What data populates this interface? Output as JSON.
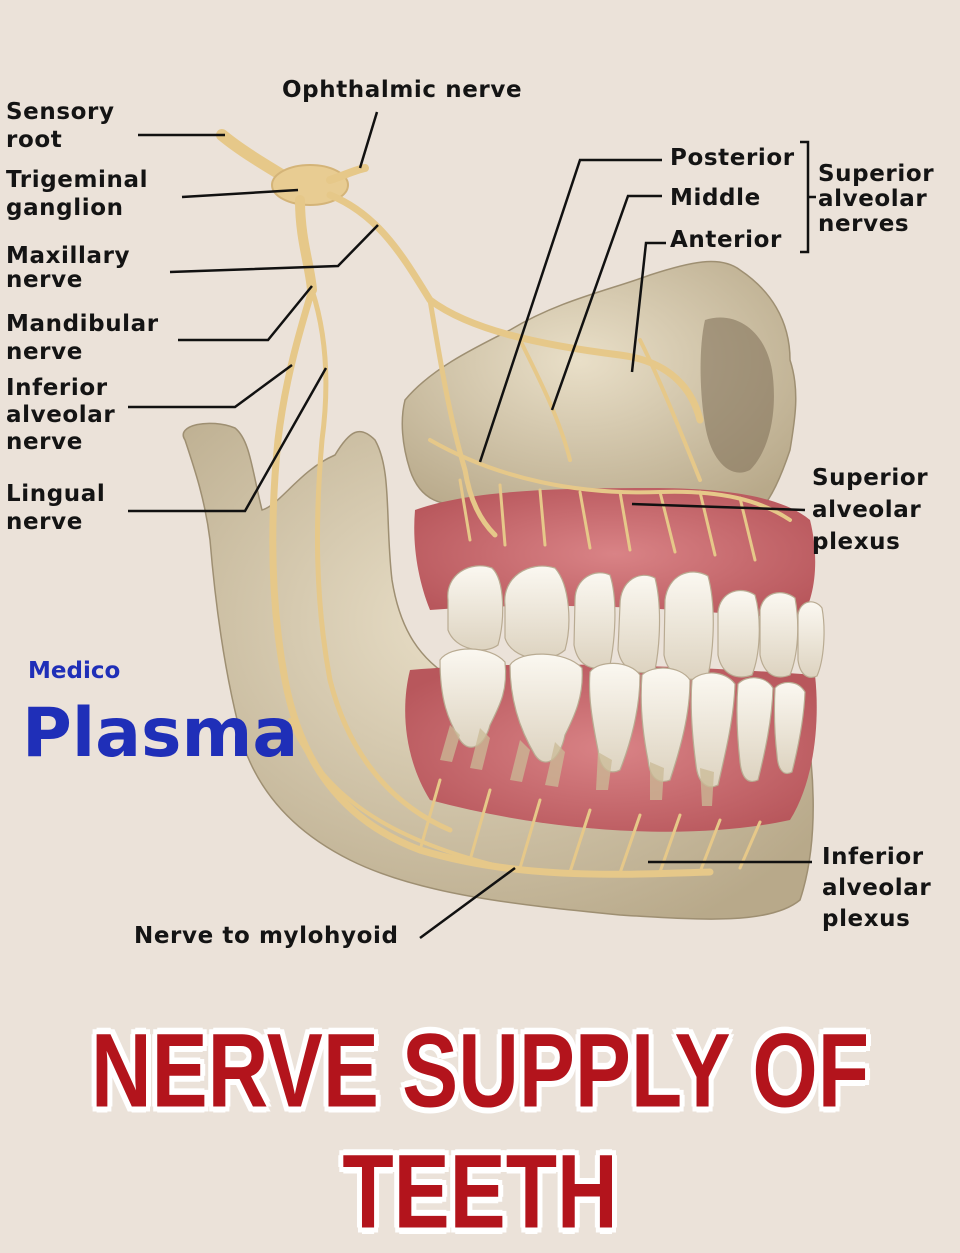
{
  "labels": {
    "sensory_root": "Sensory\nroot",
    "ophthalmic_nerve": "Ophthalmic nerve",
    "trigeminal_ganglion": "Trigeminal\nganglion",
    "maxillary_nerve": "Maxillary\nnerve",
    "mandibular_nerve": "Mandibular\nnerve",
    "inferior_alveolar_nerve": "Inferior\nalveolar\nnerve",
    "lingual_nerve": "Lingual\nnerve",
    "posterior": "Posterior",
    "middle": "Middle",
    "anterior": "Anterior",
    "superior_alveolar_nerves": "Superior\nalveolar\nnerves",
    "superior_alveolar_plexus": "Superior\nalveolar\nplexus",
    "inferior_alveolar_plexus": "Inferior\nalveolar\nplexus",
    "nerve_to_mylohyoid": "Nerve to mylohyoid"
  },
  "brand": {
    "line1": "Medico",
    "line2": "Plasma"
  },
  "title": "NERVE SUPPLY OF TEETH",
  "colors": {
    "background": "#ebe2d9",
    "bone": "#d9cdb4",
    "gum": "#c9666a",
    "tooth": "#f2ede2",
    "nerve": "#e8c98c",
    "brand": "#1f2fb8",
    "title": "#b3141c"
  }
}
